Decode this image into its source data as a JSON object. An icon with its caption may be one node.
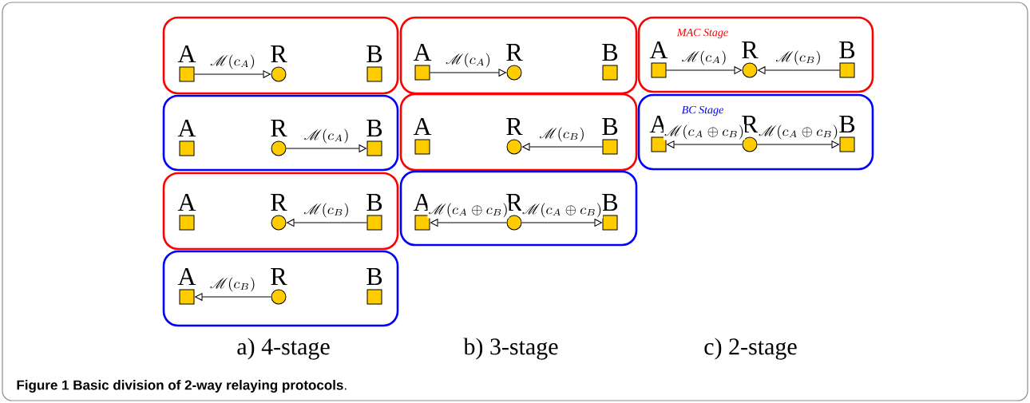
{
  "diagram": {
    "caption": "**Figure 1 Basic division of 2-way relaying protocols**.",
    "nodes": [
      {
        "text": [],
        "shape": "box"
      },
      {
        "text": [
          "A"
        ],
        "in": 0
      },
      {
        "text": [
          "R"
        ],
        "in": 0
      },
      {
        "text": [
          "B"
        ],
        "in": 0
      },
      {
        "text": [],
        "shape": "box"
      },
      {
        "text": [
          "A"
        ],
        "in": 4
      },
      {
        "text": [
          "R"
        ],
        "in": 4
      },
      {
        "text": [
          "B"
        ],
        "in": 4
      },
      {
        "text": [],
        "shape": "box"
      },
      {
        "text": [
          "A"
        ],
        "in": 8
      },
      {
        "text": [
          "R"
        ],
        "in": 8
      },
      {
        "text": [
          "B"
        ],
        "in": 8
      },
      {
        "text": [],
        "shape": "box"
      },
      {
        "text": [
          "A"
        ],
        "in": 12
      },
      {
        "text": [
          "R"
        ],
        "in": 12
      },
      {
        "text": [
          "B"
        ],
        "in": 12
      },
      {
        "text": [],
        "shape": "box"
      },
      {
        "text": [
          "A"
        ],
        "in": 16
      },
      {
        "text": [
          "R"
        ],
        "in": 16
      },
      {
        "text": [
          "B"
        ],
        "in": 16
      },
      {
        "text": [],
        "shape": "box"
      },
      {
        "text": [
          "A"
        ],
        "in": 20
      },
      {
        "text": [
          "R"
        ],
        "in": 20
      },
      {
        "text": [
          "B"
        ],
        "in": 20
      },
      {
        "text": [],
        "shape": "box"
      },
      {
        "text": [
          "A"
        ],
        "in": 24
      },
      {
        "text": [
          "R"
        ],
        "in": 24
      },
      {
        "text": [
          "B"
        ],
        "in": 24
      },
      {
        "text": [
          "MAC Stage"
        ]
      },
      {
        "text": [
          "A"
        ],
        "in": 28
      },
      {
        "text": [
          "R"
        ],
        "in": 28
      },
      {
        "text": [
          "B"
        ],
        "in": 28
      },
      {
        "text": [
          "BC Stage"
        ]
      },
      {
        "text": [
          "A"
        ],
        "in": 32
      },
      {
        "text": [
          "R"
        ],
        "in": 32
      },
      {
        "text": [
          "B"
        ],
        "in": 32
      }
    ],
    "edges": [
      {
        "from": 1,
        "to": 2,
        "arrow": "to",
        "label": "\\mathscr{M}(c_A)"
      },
      {
        "from": 6,
        "to": 7,
        "arrow": "to",
        "label": "\\mathscr{M}(c_A)"
      },
      {
        "from": 11,
        "to": 10,
        "arrow": "to",
        "label": "\\mathscr{M}(c_B)"
      },
      {
        "from": 14,
        "to": 13,
        "arrow": "to",
        "label": "\\mathscr{M}(c_B)"
      },
      {
        "from": 17,
        "to": 18,
        "arrow": "to",
        "label": "\\mathscr{M}(c_A)"
      },
      {
        "from": 23,
        "to": 22,
        "arrow": "to",
        "label": "\\mathscr{M}(c_B)"
      },
      {
        "from": 26,
        "to": 25,
        "arrow": "to",
        "label": "\\mathscr{M}(c_A\\oplus c_B)"
      },
      {
        "from": 26,
        "to": 27,
        "arrow": "to",
        "label": "\\mathscr{M}(c_A\\oplus c_B)"
      },
      {
        "from": 29,
        "to": 30,
        "arrow": "to",
        "label": "\\mathscr{M}(c_A)"
      },
      {
        "from": 31,
        "to": 30,
        "arrow": "to",
        "label": "\\mathscr{M}(c_B)"
      },
      {
        "from": 34,
        "to": 33,
        "arrow": "to",
        "label": "\\mathscr{M}(c_A\\oplus c_B)"
      },
      {
        "from": 34,
        "to": 35,
        "arrow": "to",
        "label": "\\mathscr{M}(c_A\\oplus c_B)"
      }
    ],
    "labels": [
      "a) 4-stage",
      "b) 3-stage",
      "c) 2-stage"
    ]
  }
}
